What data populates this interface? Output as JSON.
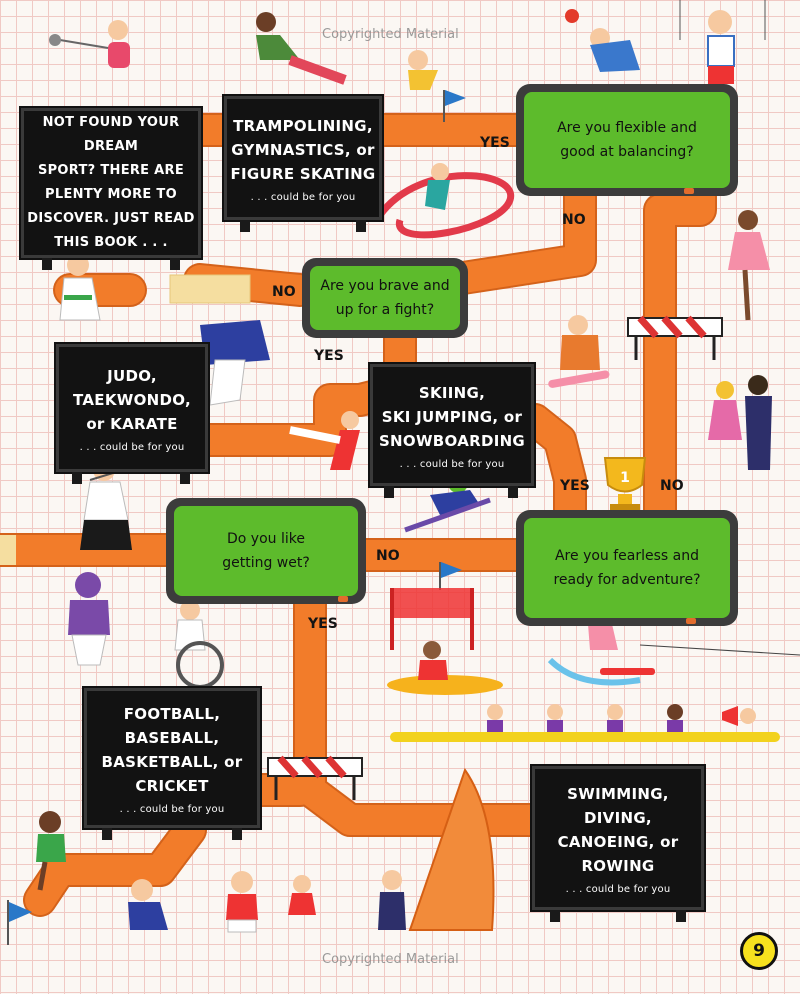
{
  "watermark": {
    "top": "Copyrighted Material",
    "bottom": "Copyrighted Material"
  },
  "page_number": "9",
  "boards": {
    "dream": {
      "lines": [
        "NOT FOUND YOUR DREAM",
        "SPORT? THERE ARE",
        "PLENTY MORE TO",
        "DISCOVER. JUST READ",
        "THIS BOOK . . ."
      ]
    },
    "trampolining": {
      "lines": [
        "TRAMPOLINING,",
        "GYMNASTICS, or",
        "FIGURE SKATING"
      ],
      "caption": ". . . could be for you"
    },
    "judo": {
      "lines": [
        "JUDO,",
        "TAEKWONDO,",
        "or KARATE"
      ],
      "caption": ". . . could be for you"
    },
    "skiing": {
      "lines": [
        "SKIING,",
        "SKI JUMPING, or",
        "SNOWBOARDING"
      ],
      "caption": ". . . could be for you"
    },
    "football": {
      "lines": [
        "FOOTBALL,",
        "BASEBALL,",
        "BASKETBALL, or",
        "CRICKET"
      ],
      "caption": ". . . could be for you"
    },
    "swimming": {
      "lines": [
        "SWIMMING,",
        "DIVING,",
        "CANOEING, or",
        "ROWING"
      ],
      "caption": ". . . could be for you"
    }
  },
  "questions": {
    "flexible": {
      "line1": "Are you flexible and",
      "line2": "good at balancing?"
    },
    "brave": {
      "line1": "Are you brave and",
      "line2": "up for a fight?"
    },
    "wet": {
      "line1": "Do you like",
      "line2": "getting wet?"
    },
    "fearless": {
      "line1": "Are you fearless and",
      "line2": "ready for adventure?"
    }
  },
  "path_labels": {
    "yes_flexible": "YES",
    "no_flexible": "NO",
    "no_brave": "NO",
    "yes_brave": "YES",
    "no_wet": "NO",
    "yes_wet": "YES",
    "yes_fearless": "YES",
    "no_fearless": "NO"
  },
  "trophy_text": "1",
  "illustrations": [
    "hammer-thrower",
    "pommel-horse-gymnast",
    "diver",
    "rhythmic-gymnast-ball",
    "rings-gymnast",
    "ribbon-gymnast",
    "figure-skater",
    "karate-kid",
    "judo-throw",
    "taekwondo-kick",
    "snowboarder",
    "pair-skaters",
    "ski-jumper",
    "javelin-thrower",
    "american-football-player",
    "wheelchair-athlete",
    "canoeist",
    "water-skier",
    "rowing-team",
    "cox-megaphone",
    "runner-green",
    "batter",
    "sprinter-red",
    "cheerleader",
    "windsurfer"
  ]
}
